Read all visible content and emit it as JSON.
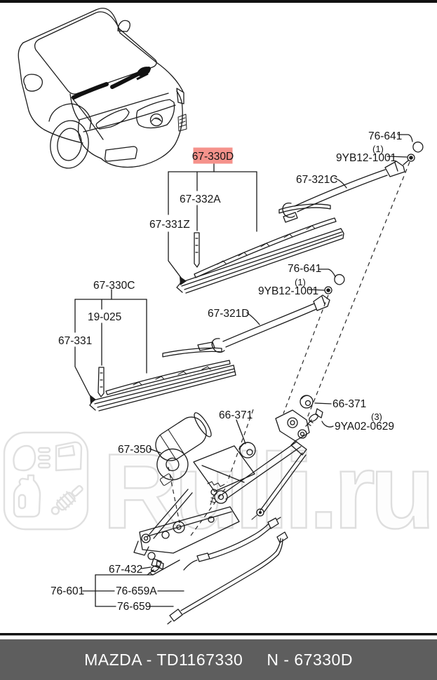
{
  "colors": {
    "highlight_bg": "#f5928b",
    "highlight_text": "#c01e14",
    "line": "#1b1b1b",
    "watermark": "#e0e0e0",
    "footer_bg": "#5e5e5e",
    "footer_text": "#ffffff"
  },
  "callouts": {
    "blade1_assembly": "67-330D",
    "blade1_frame": "67-332A",
    "blade1_rubber": "67-331Z",
    "arm1": "67-321C",
    "cap1": "76-641",
    "cap1_qty": "(1)",
    "nut1": "9YB12-1001",
    "blade2_assembly": "67-330C",
    "blade2_frame": "19-025",
    "blade2_rubber": "67-331",
    "arm2": "67-321D",
    "cap2": "76-641",
    "cap2_qty": "(1)",
    "nut2": "9YB12-1001",
    "grommet_left": "66-371",
    "grommet_right": "66-371",
    "bolt_qty": "(3)",
    "bolt": "9YA02-0629",
    "motor": "67-350",
    "link_bolt": "67-432",
    "washer_group": "76-601",
    "hose_upper": "76-659A",
    "hose_lower": "76-659"
  },
  "watermark": {
    "text": "Rulli.ru",
    "logo_icons": [
      "headlight-icon",
      "car-door-icon",
      "oil-canister-icon",
      "shock-absorber-icon"
    ]
  },
  "footer": {
    "catalog": "MAZDA - TD1167330",
    "number": "N - 67330D"
  }
}
